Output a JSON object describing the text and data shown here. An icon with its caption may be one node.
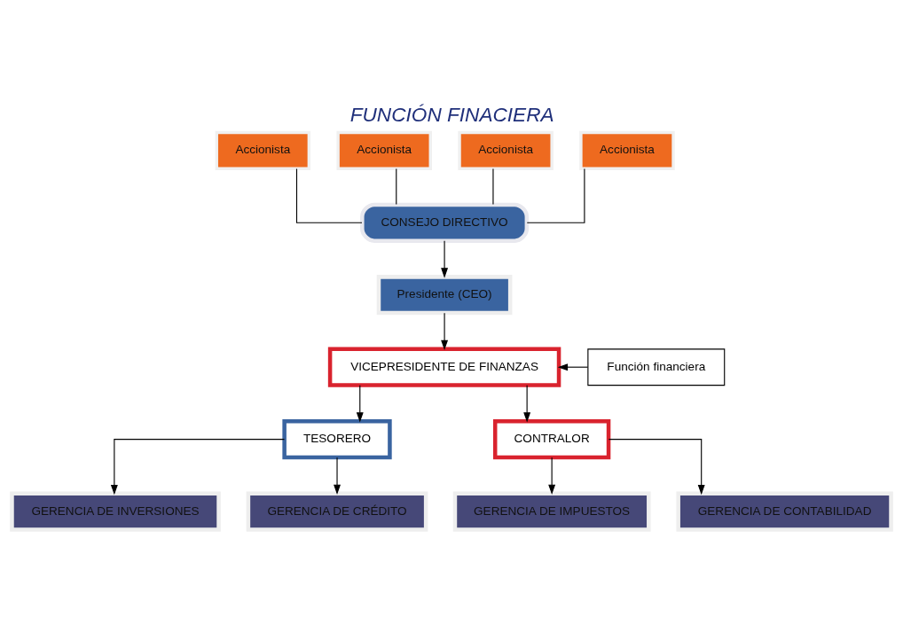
{
  "diagram": {
    "title": "FUNCIÓN FINACIERA",
    "nodes": [
      {
        "text": [
          "Accionista"
        ]
      },
      {
        "text": [
          "Accionista"
        ]
      },
      {
        "text": [
          "Accionista"
        ]
      },
      {
        "text": [
          "Accionista"
        ]
      },
      {
        "text": [
          "CONSEJO DIRECTIVO"
        ]
      },
      {
        "text": [
          "Presidente (CEO)"
        ]
      },
      {
        "text": [
          "VICEPRESIDENTE DE FINANZAS"
        ]
      },
      {
        "text": [
          "Función financiera"
        ]
      },
      {
        "text": [
          "TESORERO"
        ]
      },
      {
        "text": [
          "CONTRALOR"
        ]
      },
      {
        "text": [
          "GERENCIA DE INVERSIONES"
        ]
      },
      {
        "text": [
          "GERENCIA DE CRÉDITO"
        ]
      },
      {
        "text": [
          "GERENCIA DE IMPUESTOS"
        ]
      },
      {
        "text": [
          "GERENCIA DE CONTABILIDAD"
        ]
      }
    ],
    "edges": [
      {
        "from": 0,
        "to": 4,
        "arrow": "none"
      },
      {
        "from": 1,
        "to": 4,
        "arrow": "none"
      },
      {
        "from": 2,
        "to": 4,
        "arrow": "none"
      },
      {
        "from": 3,
        "to": 4,
        "arrow": "none"
      },
      {
        "from": 4,
        "to": 5,
        "arrow": "to"
      },
      {
        "from": 5,
        "to": 6,
        "arrow": "to"
      },
      {
        "from": 7,
        "to": 6,
        "arrow": "to"
      },
      {
        "from": 6,
        "to": 8,
        "arrow": "to"
      },
      {
        "from": 6,
        "to": 9,
        "arrow": "to"
      },
      {
        "from": 8,
        "to": 10,
        "arrow": "to"
      },
      {
        "from": 8,
        "to": 11,
        "arrow": "to"
      },
      {
        "from": 9,
        "to": 12,
        "arrow": "to"
      },
      {
        "from": 9,
        "to": 13,
        "arrow": "to"
      }
    ]
  }
}
